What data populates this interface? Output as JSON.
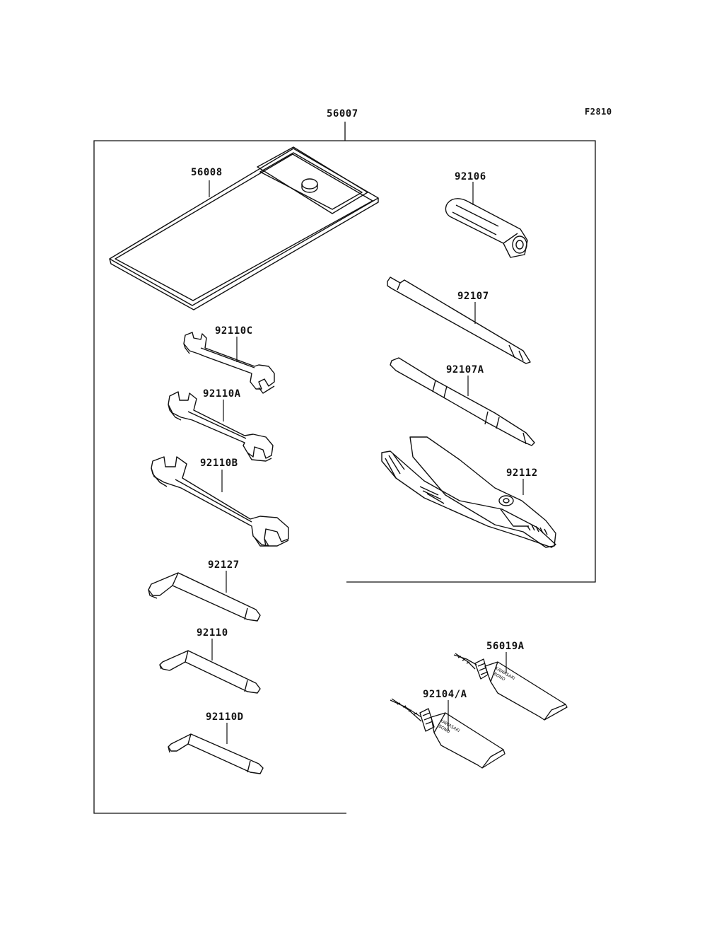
{
  "figure_code": "F2810",
  "parts": {
    "kit": "56007",
    "case": "56008",
    "spark_plug_wrench": "92106",
    "screwdriver_phillips": "92107",
    "screwdriver_combo": "92107A",
    "pliers": "92112",
    "wrench_small": "92110C",
    "wrench_medium": "92110A",
    "wrench_large": "92110B",
    "hex_key_large": "92127",
    "hex_key_medium": "92110",
    "hex_key_small": "92110D",
    "bond_tube_a": "56019A",
    "bond_tube_b": "92104/A"
  },
  "tube_print": [
    "KAWASAKI",
    "BOND"
  ]
}
